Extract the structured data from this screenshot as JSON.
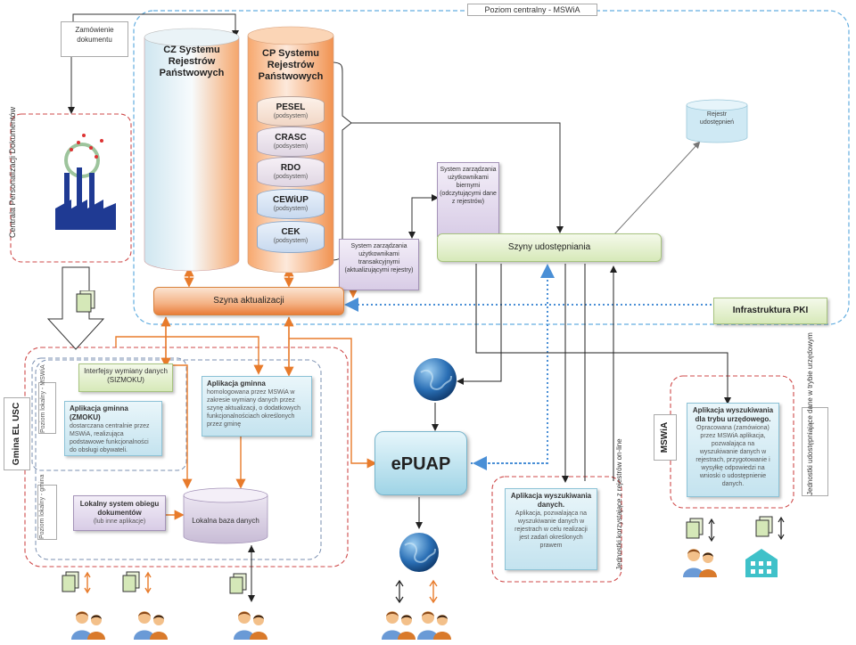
{
  "central_level": "Poziom centralny - MSWiA",
  "order_note": "Zamówienie dokumentu",
  "personalization_center": "Centrala Personalizacji Dokumentów",
  "cz_system": "CZ Systemu Rejestrów Państwowych",
  "cp_system": "CP Systemu Rejestrów Państwowych",
  "registers": [
    {
      "name": "PESEL",
      "sub": "(podsystem)"
    },
    {
      "name": "CRASC",
      "sub": "(podsystem)"
    },
    {
      "name": "RDO",
      "sub": "(podsystem)"
    },
    {
      "name": "CEWiUP",
      "sub": "(podsystem)"
    },
    {
      "name": "CEK",
      "sub": "(podsystem)"
    }
  ],
  "register_shared": "Rejestr udostępnień",
  "passive_users_system": "System zarządzania użytkownikami biernymi (odczytującymi dane z rejestrów)",
  "sharing_bus": "Szyny udostępniania",
  "transaction_users_system": "System zarządzania użytkownikami transakcyjnymi (aktualizującymi rejestry)",
  "update_bus": "Szyna aktualizacji",
  "pki": "Infrastruktura PKI",
  "gmina_level": "Gmina EL USC",
  "local_mswia_level": "Poziom lokalny - MSWiA",
  "local_gmina_level": "Poziom lokalny - gmina",
  "exchange_interfaces": "Interfejsy wymiany danych (SIZMOKU)",
  "app_zmoku_title": "Aplikacja gminna (ZMOKU)",
  "app_zmoku_desc": "dostarczana centralnie przez MSWiA, realizująca podstawowe funkcjonalności do obsługi obywateli.",
  "app_gmina_title": "Aplikacja gminna",
  "app_gmina_desc": "homologowana przez MSWiA w zakresie wymiany danych przez szynę aktualizacji, o dodatkowych funkcjonalnościach określonych przez gminę",
  "local_circulation_title": "Lokalny system obiegu dokumentów",
  "local_circulation_sub": "(lub inne aplikacje)",
  "local_db": "Lokalna baza danych",
  "epuap": "ePUAP",
  "search_app_title": "Aplikacja wyszukiwania danych.",
  "search_app_desc": "Aplikacja, pozwalająca na wyszukiwanie danych w rejestrach w celu realizacji jest zadań określonych prawem",
  "online_units": "Jednostki korzystające z rejestrów on-line",
  "official_app_title": "Aplikacja wyszukiwania dla trybu urzędowego.",
  "official_app_desc": "Opracowana (zamówiona) przez MSWiA aplikacja, pozwalająca na wyszukiwanie danych w rejestrach, przygotowanie i wysyłkę odpowiedzi na wnioski o udostępnienie danych.",
  "mswia_label": "MSWiA",
  "official_units": "Jednostki udostępniające dane w trybie urzędowym",
  "colors": {
    "orange": "#e87b2b",
    "blue_dotted": "#4a8fd6",
    "dashed_central": "#63aee0",
    "dashed_local": "#cf4a4a",
    "green_box": "#d7e9b9"
  }
}
